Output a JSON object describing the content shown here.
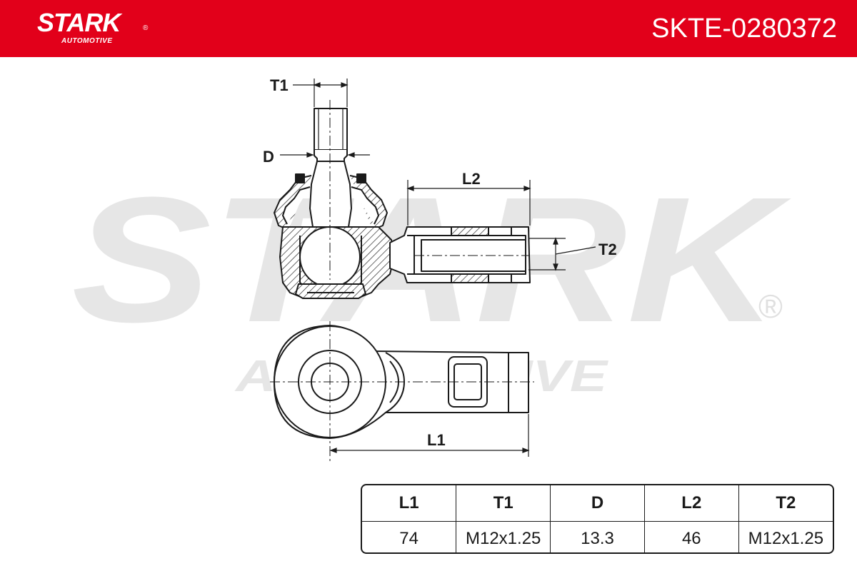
{
  "header": {
    "brand": "STARK",
    "brand_sub": "AUTOMOTIVE",
    "registered_mark": "®",
    "part_number": "SKTE-0280372",
    "background_color": "#e2001a"
  },
  "drawing": {
    "dimension_labels": {
      "t1": "T1",
      "d": "D",
      "l2": "L2",
      "t2": "T2",
      "l1": "L1"
    },
    "watermark": {
      "brand": "STARK",
      "sub": "AUTOMOTIVE",
      "registered_mark": "®"
    }
  },
  "specs": {
    "headers": [
      "L1",
      "T1",
      "D",
      "L2",
      "T2"
    ],
    "values": [
      "74",
      "M12x1.25",
      "13.3",
      "46",
      "M12x1.25"
    ]
  }
}
